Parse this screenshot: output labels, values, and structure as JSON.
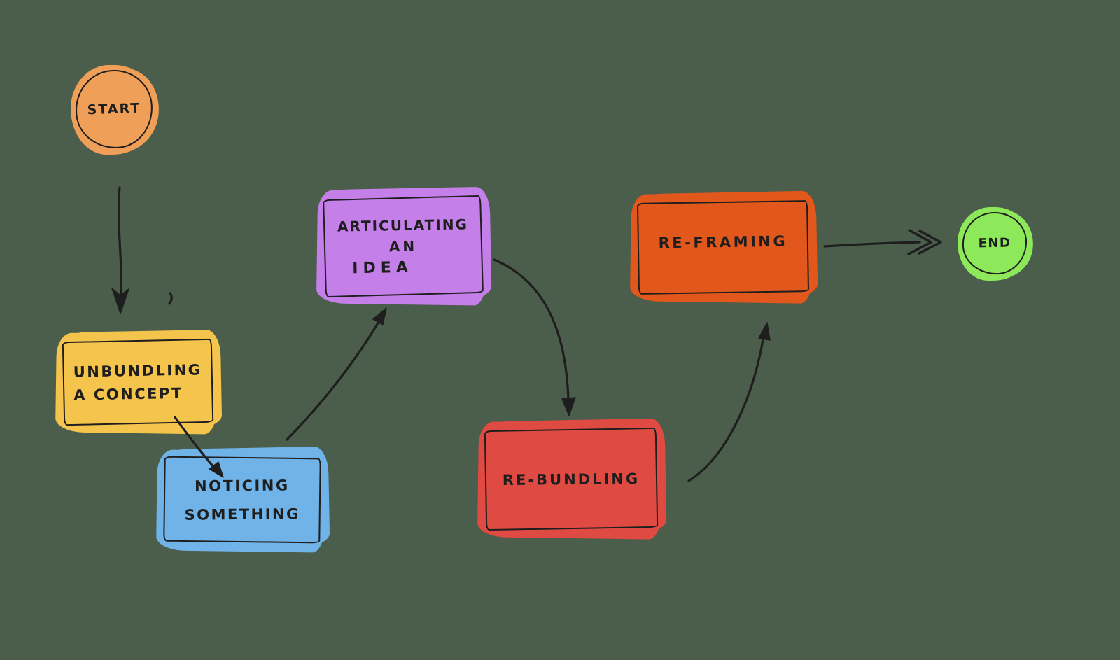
{
  "canvas": {
    "background": "#4b5d4b",
    "ink": "#1e1e1e"
  },
  "diagram_type": "hand-drawn flowchart",
  "nodes": {
    "start": {
      "shape": "ellipse",
      "label": "START",
      "fill": "#ef9f58"
    },
    "unbundling": {
      "shape": "rectangle",
      "lines": [
        "UNBUNDLING",
        "A CONCEPT"
      ],
      "fill": "#f5c44d"
    },
    "noticing": {
      "shape": "rectangle",
      "lines": [
        "NOTICING",
        "SOMETHING"
      ],
      "fill": "#70b3e8"
    },
    "articulating": {
      "shape": "rectangle",
      "lines": [
        "ARTICULATING",
        "AN",
        "IDEA"
      ],
      "fill": "#c47fe8"
    },
    "rebundling": {
      "shape": "rectangle",
      "lines": [
        "RE-BUNDLING"
      ],
      "fill": "#df4a42"
    },
    "reframing": {
      "shape": "rectangle",
      "lines": [
        "RE-FRAMING"
      ],
      "fill": "#e2581c"
    },
    "end": {
      "shape": "ellipse",
      "label": "END",
      "fill": "#8de95a"
    }
  },
  "edges": [
    {
      "from": "start",
      "to": "unbundling"
    },
    {
      "from": "unbundling",
      "to": "noticing"
    },
    {
      "from": "noticing",
      "to": "articulating"
    },
    {
      "from": "articulating",
      "to": "rebundling"
    },
    {
      "from": "rebundling",
      "to": "reframing"
    },
    {
      "from": "reframing",
      "to": "end"
    }
  ]
}
